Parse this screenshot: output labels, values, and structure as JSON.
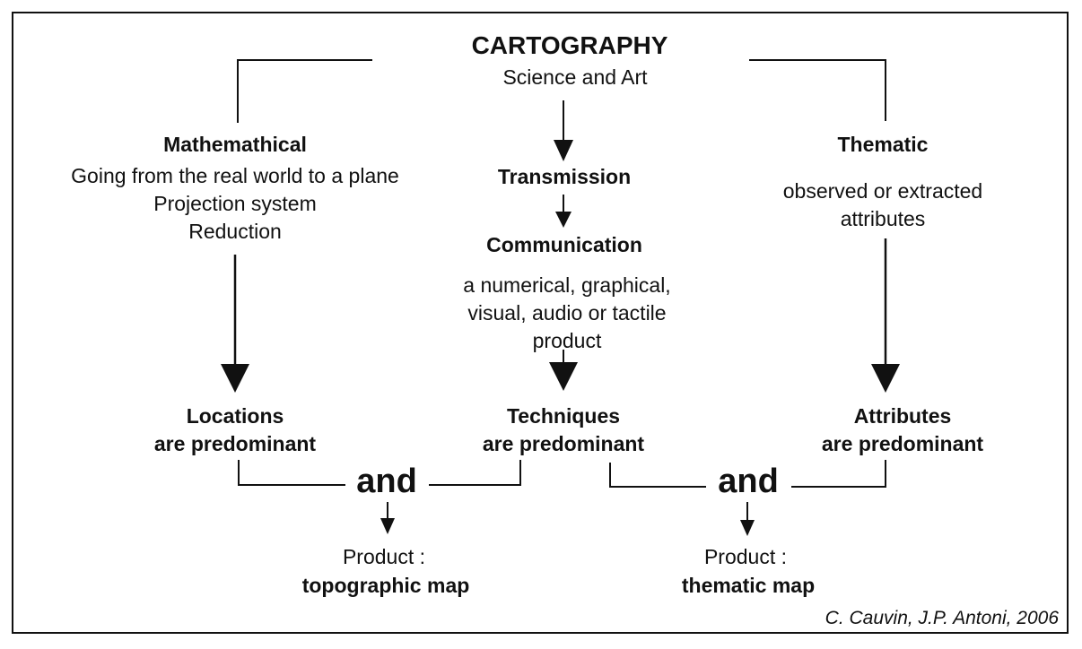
{
  "title": "CARTOGRAPHY",
  "subtitle": "Science and Art",
  "left": {
    "heading": "Mathemathical",
    "lines": [
      "Going from the real world to a plane",
      "Projection system",
      "Reduction"
    ],
    "result_line1": "Locations",
    "result_line2": "are predominant"
  },
  "center": {
    "transmission": "Transmission",
    "communication": "Communication",
    "lines": [
      "a numerical, graphical,",
      "visual, audio or tactile",
      "product"
    ],
    "result_line1": "Techniques",
    "result_line2": "are predominant"
  },
  "right": {
    "heading": "Thematic",
    "lines": [
      "observed or extracted",
      "attributes"
    ],
    "result_line1": "Attributes",
    "result_line2": "are predominant"
  },
  "joins": {
    "and_left": "and",
    "and_right": "and"
  },
  "products": {
    "left_label": "Product :",
    "left_name": "topographic map",
    "right_label": "Product :",
    "right_name": "thematic map"
  },
  "credit": "C. Cauvin, J.P. Antoni, 2006",
  "colors": {
    "ink": "#111111",
    "background": "#ffffff"
  }
}
